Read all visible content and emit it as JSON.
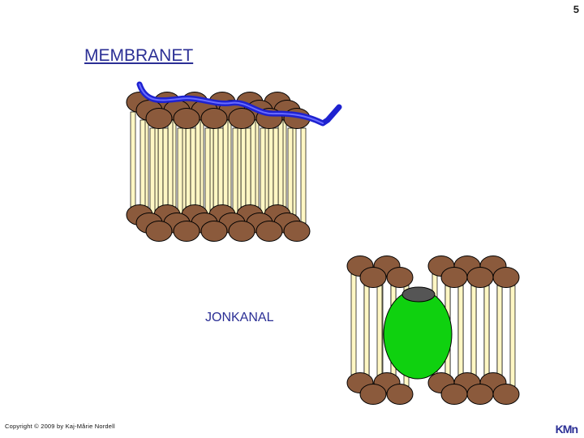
{
  "page": {
    "number": "5"
  },
  "title": "MEMBRANET",
  "caption": "JONKANAL",
  "footer": {
    "copyright": "Copyright © 2009 by Kaj-Mårie Nordell",
    "logo": "KMn"
  },
  "colors": {
    "lipid_head": "#8b5a3c",
    "lipid_tail": "#fff7c4",
    "channel_protein": "#0fd10f",
    "channel_cap": "#555555",
    "molecule": "#1e22d0",
    "text": "#2b2f95"
  }
}
